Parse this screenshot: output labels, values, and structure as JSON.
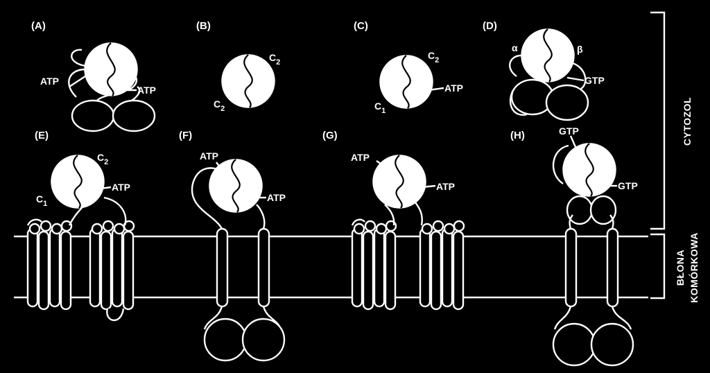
{
  "panels": {
    "A": {
      "label": "(A)",
      "left_site": "ATP",
      "right_site": "ATP"
    },
    "B": {
      "label": "(B)",
      "c2_top": "C",
      "c2_top_sub": "2",
      "c2_bottom": "C",
      "c2_bottom_sub": "2"
    },
    "C": {
      "label": "(C)",
      "c2": "C",
      "c2_sub": "2",
      "site": "ATP",
      "c1": "C",
      "c1_sub": "1"
    },
    "D": {
      "label": "(D)",
      "alpha": "α",
      "beta": "β",
      "site": "GTP"
    },
    "E": {
      "label": "(E)",
      "c2": "C",
      "c2_sub": "2",
      "site": "ATP",
      "c1": "C",
      "c1_sub": "1"
    },
    "F": {
      "label": "(F)",
      "left_site": "ATP",
      "right_site": "ATP"
    },
    "G": {
      "label": "(G)",
      "left_site": "ATP",
      "right_site": "ATP"
    },
    "H": {
      "label": "(H)",
      "top_site": "GTP",
      "right_site": "GTP"
    }
  },
  "regions": {
    "cytosol": "CYTOZOL",
    "membrane_line1": "BŁONA",
    "membrane_line2": "KOMÓRKOWA"
  },
  "colors": {
    "background": "#000000",
    "foreground": "#ffffff"
  }
}
